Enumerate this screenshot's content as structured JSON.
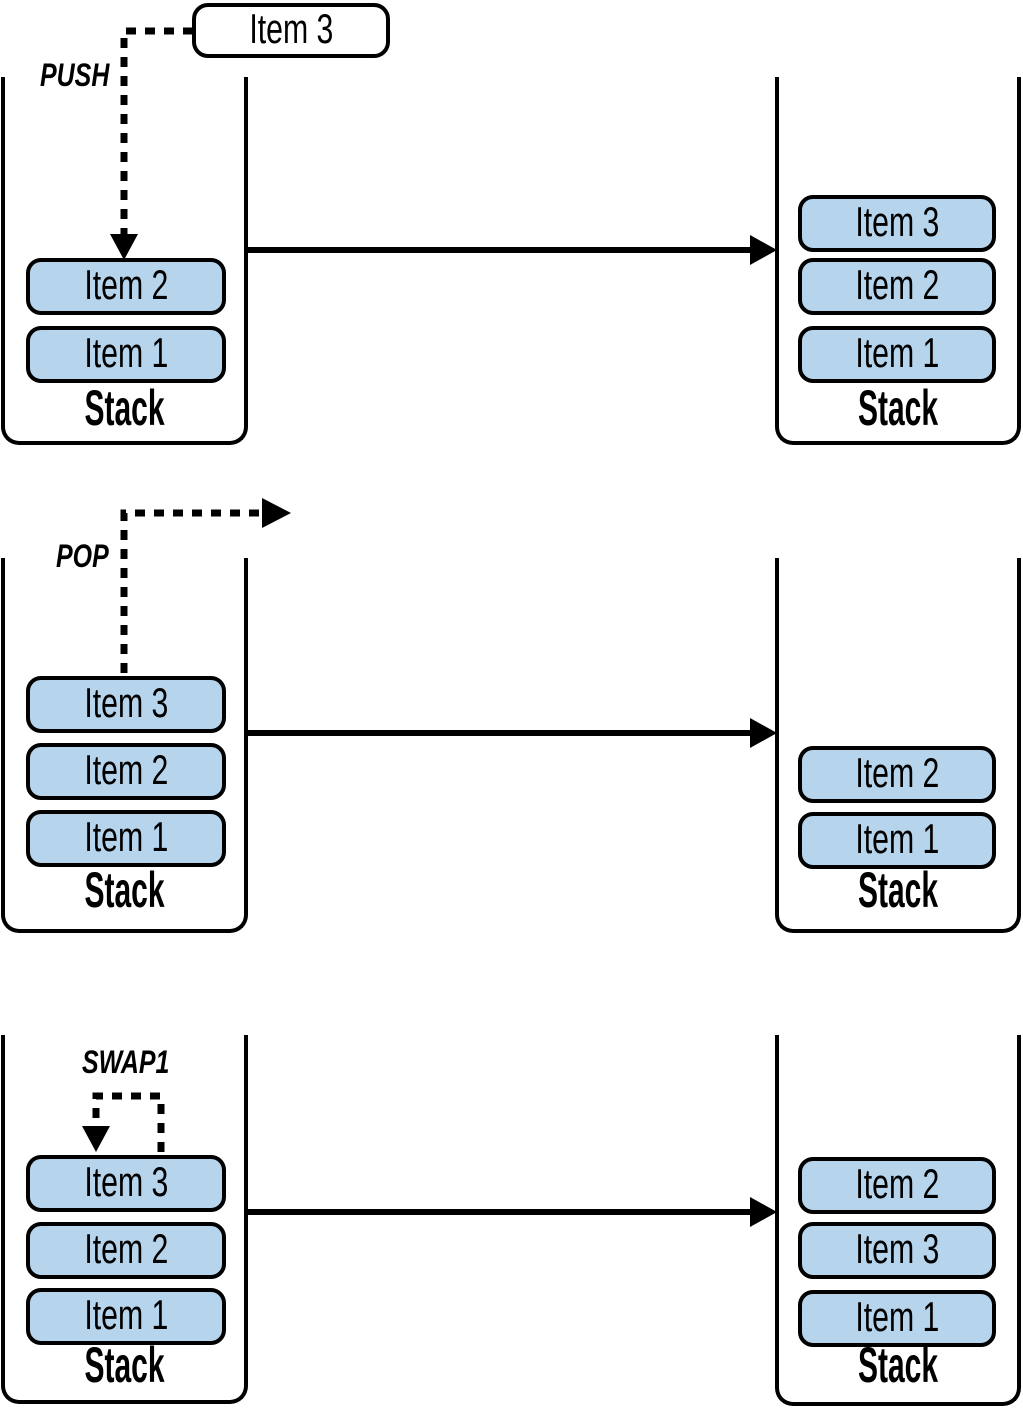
{
  "figure": {
    "kind": "stack-operations-diagram",
    "stack_label": "Stack"
  },
  "colors": {
    "background": "#ffffff",
    "item_fill": "#b6d4eb",
    "outline": "#000000"
  },
  "operations": [
    {
      "name": "push",
      "op_label": "PUSH",
      "incoming_item": "Item 3",
      "before": {
        "label": "Stack",
        "items_top_to_bottom": [
          "Item 2",
          "Item 1"
        ]
      },
      "after": {
        "label": "Stack",
        "items_top_to_bottom": [
          "Item 3",
          "Item 2",
          "Item 1"
        ]
      }
    },
    {
      "name": "pop",
      "op_label": "POP",
      "before": {
        "label": "Stack",
        "items_top_to_bottom": [
          "Item 3",
          "Item 2",
          "Item 1"
        ]
      },
      "after": {
        "label": "Stack",
        "items_top_to_bottom": [
          "Item 2",
          "Item 1"
        ]
      }
    },
    {
      "name": "swap1",
      "op_label": "SWAP1",
      "before": {
        "label": "Stack",
        "items_top_to_bottom": [
          "Item 3",
          "Item 2",
          "Item 1"
        ]
      },
      "after": {
        "label": "Stack",
        "items_top_to_bottom": [
          "Item 2",
          "Item 3",
          "Item 1"
        ]
      }
    }
  ]
}
